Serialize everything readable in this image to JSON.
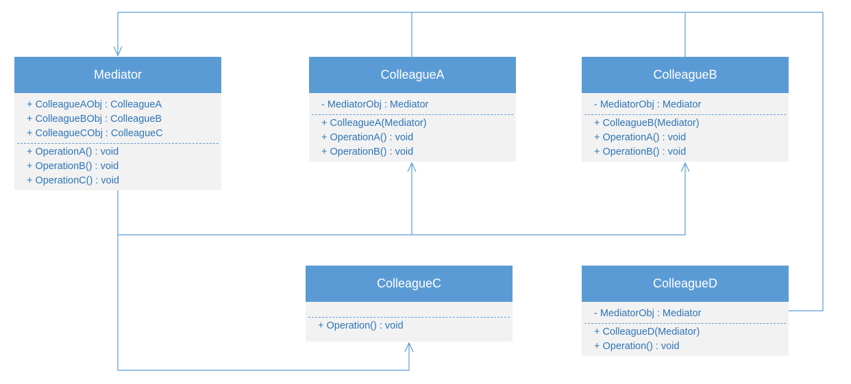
{
  "classes": {
    "mediator": {
      "name": "Mediator",
      "attributes": [
        "+ ColleagueAObj : ColleagueA",
        "+ ColleagueBObj : ColleagueB",
        "+ ColleagueCObj : ColleagueC"
      ],
      "operations": [
        "+ OperationA() : void",
        "+ OperationB() : void",
        "+ OperationC() : void"
      ]
    },
    "colleagueA": {
      "name": "ColleagueA",
      "attributes": [
        "- MediatorObj : Mediator"
      ],
      "operations": [
        "+ ColleagueA(Mediator)",
        "+ OperationA() : void",
        "+ OperationB() : void"
      ]
    },
    "colleagueB": {
      "name": "ColleagueB",
      "attributes": [
        "- MediatorObj : Mediator"
      ],
      "operations": [
        "+ ColleagueB(Mediator)",
        "+ OperationA() : void",
        "+ OperationB() : void"
      ]
    },
    "colleagueC": {
      "name": "ColleagueC",
      "attributes": [],
      "operations": [
        "+ Operation() : void"
      ]
    },
    "colleagueD": {
      "name": "ColleagueD",
      "attributes": [
        "- MediatorObj : Mediator"
      ],
      "operations": [
        "+ ColleagueD(Mediator)",
        "+ Operation() : void"
      ]
    }
  },
  "colors": {
    "header": "#5b9bd5",
    "body": "#f2f2f2",
    "text": "#2e75b6",
    "line": "#5b9bd5"
  }
}
